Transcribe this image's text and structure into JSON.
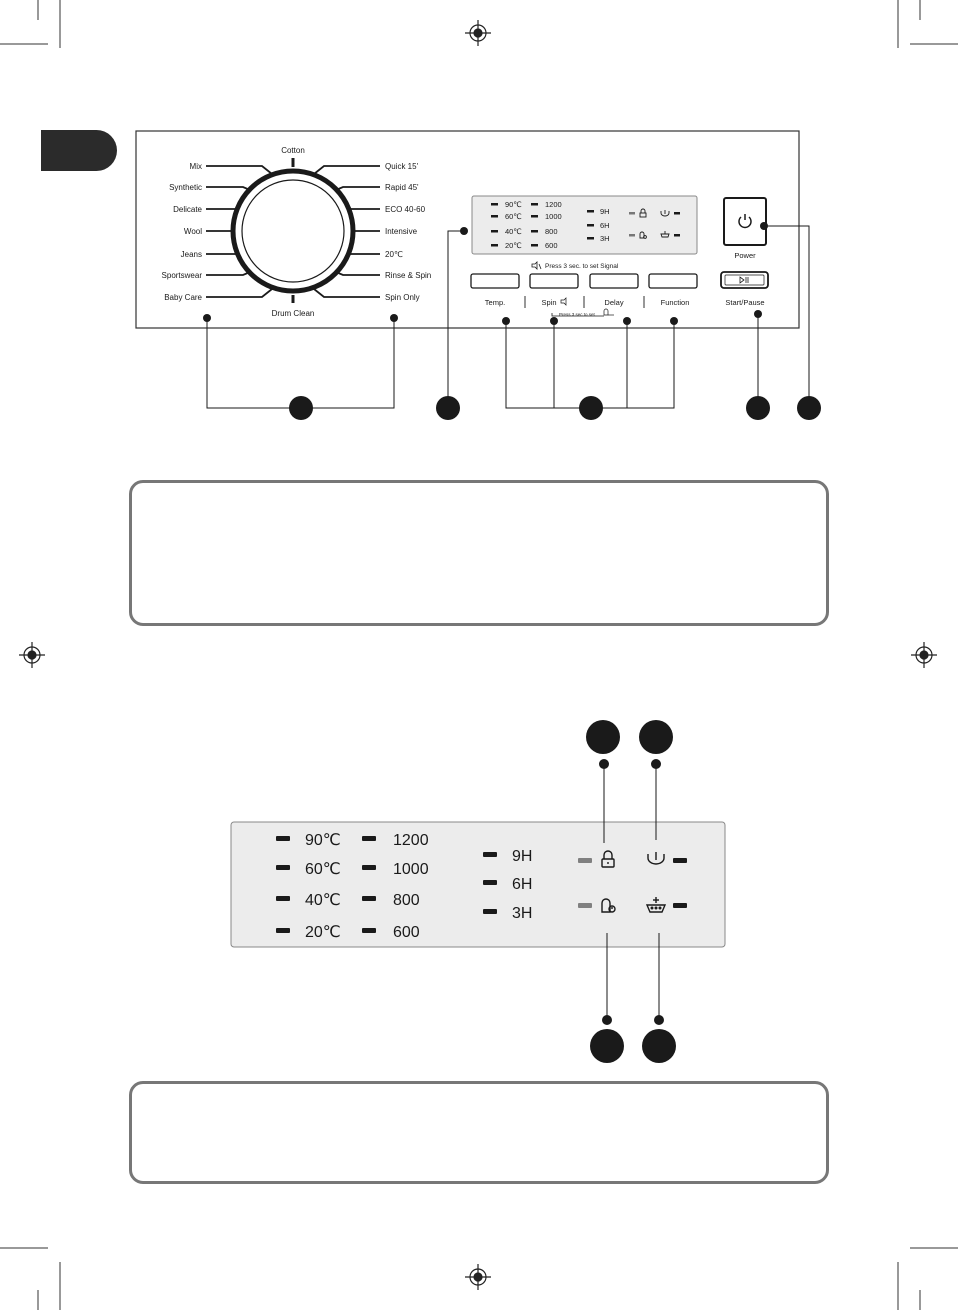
{
  "programs": {
    "top": "Cotton",
    "bottom": "Drum Clean",
    "left": [
      "Mix",
      "Synthetic",
      "Delicate",
      "Wool",
      "Jeans",
      "Sportswear",
      "Baby Care"
    ],
    "right": [
      "Quick 15'",
      "Rapid 45'",
      "ECO 40-60",
      "Intensive",
      "20℃",
      "Rinse & Spin",
      "Spin Only"
    ]
  },
  "display": {
    "temps": [
      "90℃",
      "60℃",
      "40℃",
      "20℃"
    ],
    "speeds": [
      "1200",
      "1000",
      "800",
      "600"
    ],
    "delays": [
      "9H",
      "6H",
      "3H"
    ],
    "icons": [
      "child-lock-icon",
      "door-lock-icon",
      "tap-icon",
      "prewash-tub-icon"
    ]
  },
  "buttons": {
    "signal_note": "Press 3 sec. to set Signal",
    "labels": [
      "Temp.",
      "Spin",
      "Delay",
      "Function"
    ],
    "lock_note": "Press 3 sec to set",
    "power": "Power",
    "start": "Start/Pause"
  },
  "colors": {
    "tab": "#2b2b2b",
    "display_bg": "#e8e8e8",
    "box_border": "#777777"
  }
}
